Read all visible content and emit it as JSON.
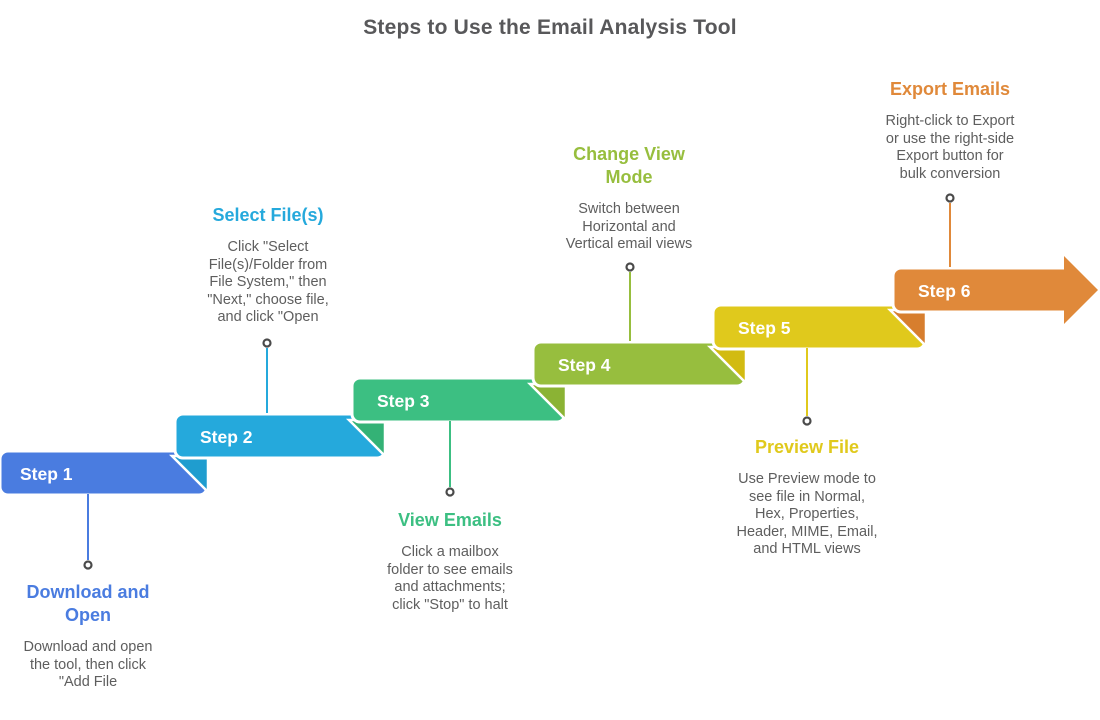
{
  "title": "Steps to Use the Email Analysis Tool",
  "dot_color": "#4A4A4A",
  "steps": [
    {
      "banner_label": "Step 1",
      "heading": "Download and\nOpen",
      "description": "Download and open\nthe tool, then click\n\"Add File",
      "color": "#4A7CE0"
    },
    {
      "banner_label": "Step 2",
      "heading": "Select File(s)",
      "description": "Click \"Select\nFile(s)/Folder from\nFile System,\" then\n\"Next,\" choose file,\nand click \"Open",
      "color": "#25A9DC",
      "flap_color": "#1F9DCF"
    },
    {
      "banner_label": "Step 3",
      "heading": "View Emails",
      "description": "Click a mailbox\nfolder to see emails\nand attachments;\nclick \"Stop\" to halt",
      "color": "#3CBF82",
      "flap_color": "#34B276"
    },
    {
      "banner_label": "Step 4",
      "heading": "Change View\nMode",
      "description": "Switch between\nHorizontal and\nVertical email views",
      "color": "#97BE3E",
      "flap_color": "#8BB334"
    },
    {
      "banner_label": "Step 5",
      "heading": "Preview File",
      "description": "Use Preview mode to\nsee file in Normal,\nHex, Properties,\nHeader, MIME, Email,\nand HTML views",
      "color": "#E0C91C",
      "flap_color": "#D2BB12"
    },
    {
      "banner_label": "Step 6",
      "heading": "Export Emails",
      "description": "Right-click to Export\nor use the right-side\nExport button for\nbulk conversion",
      "color": "#E0893A",
      "flap_color": "#D77E2E"
    }
  ]
}
